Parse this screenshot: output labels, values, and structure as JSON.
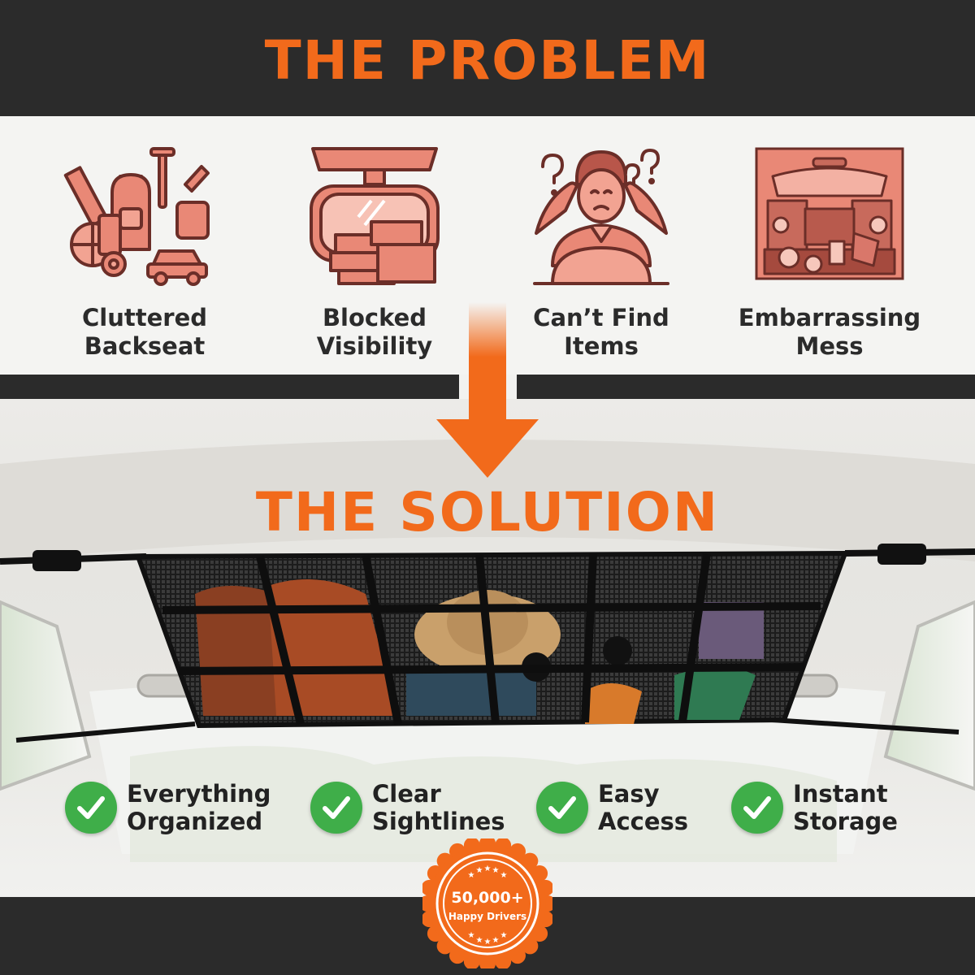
{
  "problem": {
    "title": "THE PROBLEM",
    "items": [
      {
        "icon": "cluttered-backseat-icon",
        "label_line1": "Cluttered",
        "label_line2": "Backseat"
      },
      {
        "icon": "blocked-visibility-icon",
        "label_line1": "Blocked",
        "label_line2": "Visibility"
      },
      {
        "icon": "confused-driver-icon",
        "label_line1": "Can’t Find",
        "label_line2": "Items"
      },
      {
        "icon": "messy-car-interior-icon",
        "label_line1": "Embarrassing",
        "label_line2": "Mess"
      }
    ]
  },
  "solution": {
    "title": "THE SOLUTION",
    "benefits": [
      {
        "icon": "green-check-icon",
        "line1": "Everything",
        "line2": "Organized"
      },
      {
        "icon": "green-check-icon",
        "line1": "Clear",
        "line2": "Sightlines"
      },
      {
        "icon": "green-check-icon",
        "line1": "Easy",
        "line2": "Access"
      },
      {
        "icon": "green-check-icon",
        "line1": "Instant",
        "line2": "Storage"
      }
    ]
  },
  "badge": {
    "count": "50,000+",
    "caption": "Happy Drivers"
  },
  "colors": {
    "accent_orange": "#f26a1b",
    "dark_band": "#2b2b2b",
    "icon_fill": "#e98876",
    "icon_stroke": "#6b2e28",
    "check_green": "#3fae49"
  }
}
